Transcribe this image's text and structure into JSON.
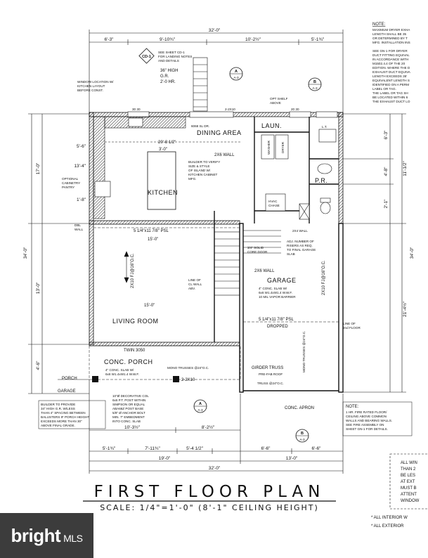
{
  "title": "FIRST FLOOR PLAN",
  "scale": "SCALE: 1/4\"=1'-0\"  (8'-1\" CEILING HEIGHT)",
  "watermark": "bright",
  "watermark_suffix": "MLS",
  "rooms": {
    "dining": "DINING AREA",
    "kitchen": "KITCHEN",
    "living": "LIVING ROOM",
    "garage": "GARAGE",
    "laundry": "LAUN.",
    "powder": "P.R.",
    "porch": "CONC. PORCH"
  },
  "dims_top": {
    "overall": "32'-0\"",
    "d1": "6'-3\"",
    "d2": "9'-10¾\"",
    "d3": "10'-2½\"",
    "d4": "5'-1¾\""
  },
  "dims_bottom": {
    "d1": "5'-1¾\"",
    "d2": "7'-11¾\"",
    "d3": "5'-4 1/2\"",
    "d4": "6'-6\"",
    "d5": "6'-6\"",
    "s1": "19'-0\"",
    "s2": "13'-0\"",
    "overall": "32'-0\"",
    "porch1": "10'-3½\"",
    "porch2": "8'-2½\""
  },
  "dims_left": {
    "overall": "34'-0\"",
    "upper": "17'-0\"",
    "lower": "13'-0\"",
    "porch": "4'-6\"",
    "d1": "5'-6\"",
    "d2": "13'-4\"",
    "d3": "1'-8\""
  },
  "dims_right": {
    "overall": "34'-0\"",
    "upper": "11'-1/2\"",
    "lower": "21'-4½\"",
    "r1": "6'-3\"",
    "r2": "4'-8\"",
    "r3": "2'-1\""
  },
  "notes": {
    "dryer_title": "NOTE:",
    "dryer_lines": [
      "MAXIMUM DRYER EXHA",
      "LENGTH SHALL BE 35",
      "OR DETERMINED BY T",
      "MFG. INSTALLATION INS",
      "",
      "SEE GN-1 FOR DRYER",
      "DUCT FITTING EQUIVAL",
      "IN ACCORDANCE WITH",
      "M1502.4.4 OF THE 20",
      "EDITION. WHERE THE D",
      "EXHAUST DUCT EQUIVA",
      "LENGTH EXCEEDS 35'",
      "EQUIVALENT LENGTH S",
      "IDENTIFIED ON A PERM",
      "LABEL OR TAG.",
      "THE LABEL OR TAG SH",
      "BE LOCATED WITHIN 6",
      "THE EXHAUST DUCT LO"
    ],
    "fire_title": "NOTE:",
    "fire_lines": [
      "1 HR. FIRE RATED FLOOR/",
      "CEILING ABOVE COMMON",
      "WALLS AND BEARING WALLS.",
      "SEE FIRE ASSEMBLY ON",
      "SHEET GN-1 FOR DETAILS."
    ],
    "baluster_lines": [
      "BUILDER TO PROVIDE",
      "34\" HIGH G.R. W/LESS",
      "THAN 4\" SPACING BETWEEN",
      "BALUSTERS IF PORCH HEIGHT",
      "EXCEEDS MORE THAN 30\"",
      "ABOVE FINAL GRADE."
    ],
    "window_lines": [
      "ALL WIN",
      "THAN 2",
      "BE LES",
      "AT EXT",
      "MUST B",
      "ATTENT",
      "WINDOW"
    ],
    "interior": "* ALL INTERIOR W",
    "exterior": "* ALL EXTERIOR"
  },
  "labels": {
    "window_loc": [
      "WINDOW LOCATION W/",
      "KITCHEN LAYOUT",
      "BEFORE CONST."
    ],
    "cabinetry": [
      "OPTIONAL",
      "CABINETRY",
      "PANTRY"
    ],
    "sheet_cd": [
      "SEE SHEET CD-1",
      "FOR LANDING NOTES",
      "AND DETAILS"
    ],
    "high_gr": [
      "36\" HIGH",
      "G.R.",
      "2'-0 HR."
    ],
    "island": [
      "BUILDER TO VERIFY",
      "SIZE & STYLE",
      "OF ISLAND W/",
      "KITCHEN CABINET",
      "MFG."
    ],
    "shelf": [
      "OPT SHELF",
      "ABOVE"
    ],
    "slab_garage": [
      "4\" CONC. SLAB W/",
      "6x6 W1.4xW1.4 W.W.F.",
      "10 MIL VAPOR BARRIER"
    ],
    "slab_porch": [
      "4\" CONC. SLAB W/",
      "6x6 W1.4xW1.4 W.W.F."
    ],
    "col": [
      "10\"Ø DECORATIVE COL",
      "6x6 P.T. POST WITHIN",
      "SIMPSON OR EQUAL",
      "ABA66Z POST BASE",
      "5/8\" Ø ANCHOR BOLT",
      "MIN. 7\" EMBEDMENT",
      "INTO CONC. SLAB"
    ],
    "risers": [
      "ADJ. NUMBER OF",
      "RISERS AS REQ.",
      "TO FINAL GARAGE",
      "SLAB"
    ],
    "solid_core": [
      "3/4\" SOLID",
      "CORE DOOR"
    ],
    "girder": "GIRDER TRUSS",
    "prefab": "PRE-FAB ROOF",
    "truss": "TRUSS @24\"O.C.",
    "mono": "MONO TRUSSES @24\"O.C.",
    "line2nd": [
      "LINE OF",
      "2nd FLOOR"
    ],
    "psl_top": "5 1/4\"x11 7/8\" PSL",
    "psl_garage": "5 1/4\"x11 7/8\" PSL",
    "dropped": "DROPPED",
    "twin": "TWIN 3050",
    "door_top": "6068 SL DR.",
    "porch": "PORCH",
    "garage_lbl": "GARAGE",
    "hvac": [
      "HVAC",
      "CHASE"
    ],
    "washer": "WASHER",
    "dryer": "DRYER",
    "conc_apron": "CONC. APRON",
    "wall2x6": "2X6 WALL",
    "wall2x4": "2X4 WALL",
    "hdr": "2-2X10",
    "line_wall": [
      "LINE OF",
      "CL WALL",
      "ABV."
    ],
    "dbl_wall": [
      "DBL",
      "WALL"
    ],
    "joists": "2X10 FJ@16\"O.C."
  },
  "callouts": {
    "sec_a": "A",
    "sec_a_sheet": "A-3",
    "sec_b": "B",
    "sec_b_sheet": "A-3",
    "cd": "CD-1"
  }
}
